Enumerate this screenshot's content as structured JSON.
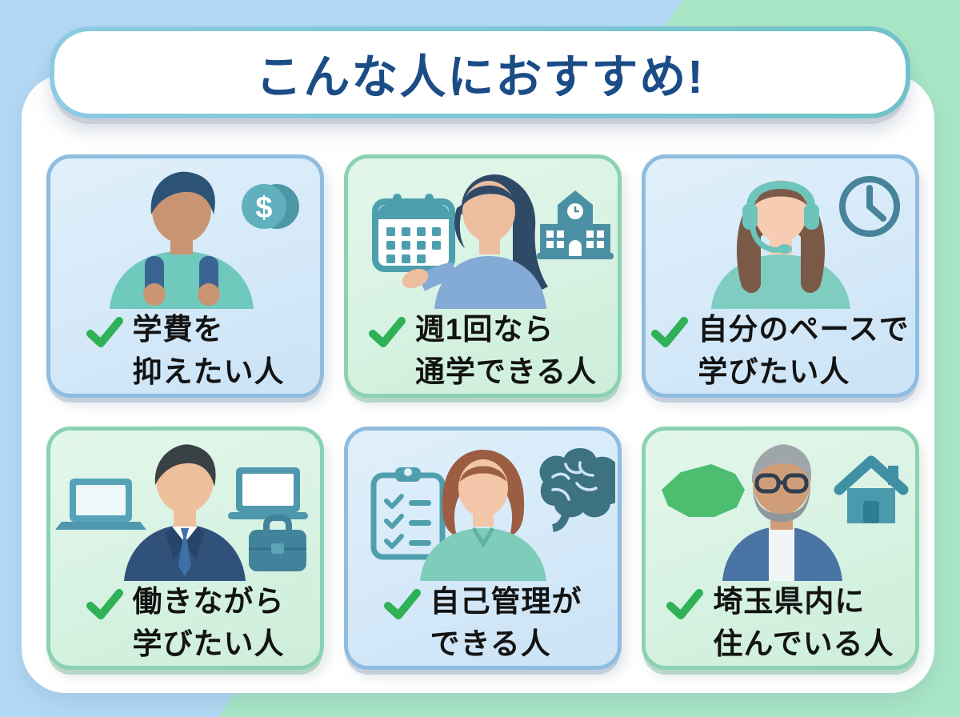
{
  "title": {
    "text": "こんな人におすすめ!"
  },
  "cards": [
    {
      "name": "tuition",
      "variant": "blue",
      "lines": [
        "学費を",
        "抑えたい人"
      ],
      "illustration": "student-with-backpack",
      "side_icons": [
        "coin-icon"
      ]
    },
    {
      "name": "weekly-commute",
      "variant": "green",
      "lines": [
        "週1回なら",
        "通学できる人"
      ],
      "illustration": "woman-presenting-calendar",
      "side_icons": [
        "calendar-icon",
        "school-icon"
      ]
    },
    {
      "name": "own-pace",
      "variant": "blue",
      "lines": [
        "自分のペースで",
        "学びたい人"
      ],
      "illustration": "woman-with-headset",
      "side_icons": [
        "clock-icon"
      ]
    },
    {
      "name": "working",
      "variant": "green",
      "lines": [
        "働きながら",
        "学びたい人"
      ],
      "illustration": "businessman-in-suit",
      "side_icons": [
        "laptop-icon",
        "laptop-icon",
        "briefcase-icon"
      ]
    },
    {
      "name": "self-management",
      "variant": "blue",
      "lines": [
        "自己管理が",
        "できる人"
      ],
      "illustration": "woman-with-bob-hair",
      "side_icons": [
        "clipboard-checklist-icon",
        "brain-icon"
      ]
    },
    {
      "name": "saitama-resident",
      "variant": "green",
      "lines": [
        "埼玉県内に",
        "住んでいる人"
      ],
      "illustration": "older-man-with-glasses",
      "side_icons": [
        "saitama-map-icon",
        "house-icon"
      ]
    }
  ],
  "colors": {
    "page_blue": "#b2d8f4",
    "page_green": "#a8e6c5",
    "panel": "#ffffff",
    "card_blue_bg": "#cfe6f8",
    "card_blue_border": "#8fbcdf",
    "card_green_bg": "#d3f2e2",
    "card_green_border": "#8bd2b2",
    "title_navy": "#1b4c86",
    "caption_text": "#131313",
    "check_green": "#2fb157",
    "icon_teal": "#4d9fae",
    "map_green": "#4dbd70"
  }
}
